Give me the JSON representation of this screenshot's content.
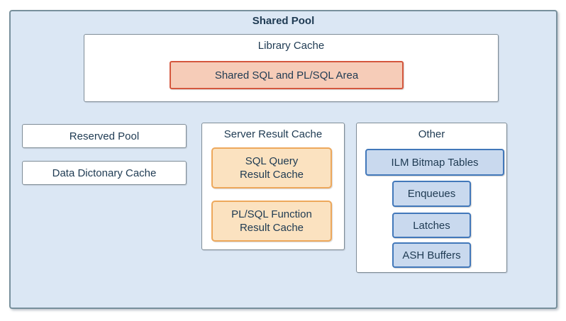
{
  "diagram": {
    "title": "Shared Pool",
    "library_cache": {
      "title": "Library Cache",
      "shared_sql_area_label": "Shared SQL and PL/SQL Area"
    },
    "left_column": {
      "reserved_pool_label": "Reserved Pool",
      "data_dictionary_cache_label": "Data Dictonary Cache"
    },
    "server_result_cache": {
      "title": "Server Result Cache",
      "sql_query_lines": [
        "SQL Query",
        "Result Cache"
      ],
      "plsql_function_lines": [
        "PL/SQL Function",
        "Result Cache"
      ]
    },
    "other": {
      "title": "Other",
      "items": [
        "ILM Bitmap Tables",
        "Enqueues",
        "Latches",
        "ASH Buffers"
      ]
    },
    "colors": {
      "container_fill": "#dbe7f4",
      "container_border": "#78909c",
      "inner_box_border": "#7e8c97",
      "salmon_fill": "#f6ccb8",
      "salmon_border": "#d4573e",
      "orange_fill": "#fbe2c0",
      "orange_border": "#eda85c",
      "blue_fill": "#c9d9ee",
      "blue_border": "#4278ba",
      "text": "#1e3a52"
    }
  }
}
